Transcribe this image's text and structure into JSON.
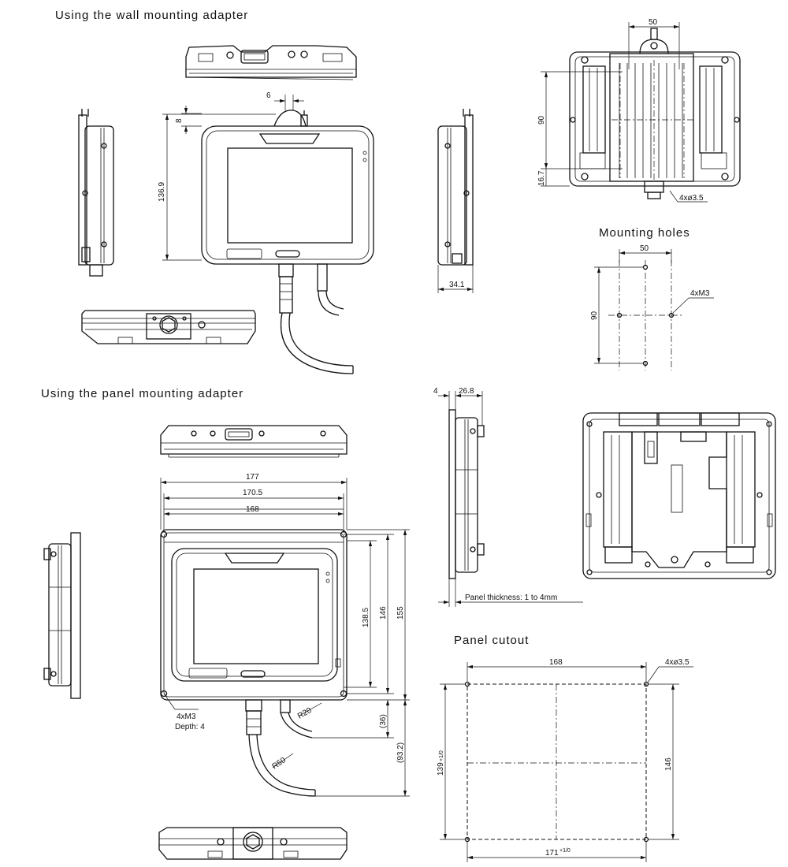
{
  "titles": {
    "wall": "Using the wall mounting adapter",
    "panel": "Using the panel mounting adapter",
    "holes": "Mounting holes",
    "cutout": "Panel cutout"
  },
  "dims": {
    "d50_top": "50",
    "d90_rear": "90",
    "d16_7": "16.7",
    "d4x35_rear": "4xø3.5",
    "d6": "6",
    "d8": "8",
    "d136_9": "136.9",
    "d34_1": "34.1",
    "h50": "50",
    "h90": "90",
    "h4xM3": "4xM3",
    "d4": "4",
    "d26_8": "26.8",
    "d177": "177",
    "d170_5": "170.5",
    "d168_panel": "168",
    "d138_5": "138.5",
    "d146_panel": "146",
    "d155": "155",
    "d36": "(36)",
    "d93_2": "(93.2)",
    "r20": "R20",
    "r50": "R50",
    "p4xM3": "4xM3",
    "depth": "Depth: 4",
    "thickness": "Panel thickness: 1 to 4mm",
    "c168": "168",
    "c4x35": "4xø3.5",
    "c139": "139",
    "c139_tol": "+1/0",
    "c146": "146",
    "c171": "171",
    "c171_tol": "+1/0"
  }
}
